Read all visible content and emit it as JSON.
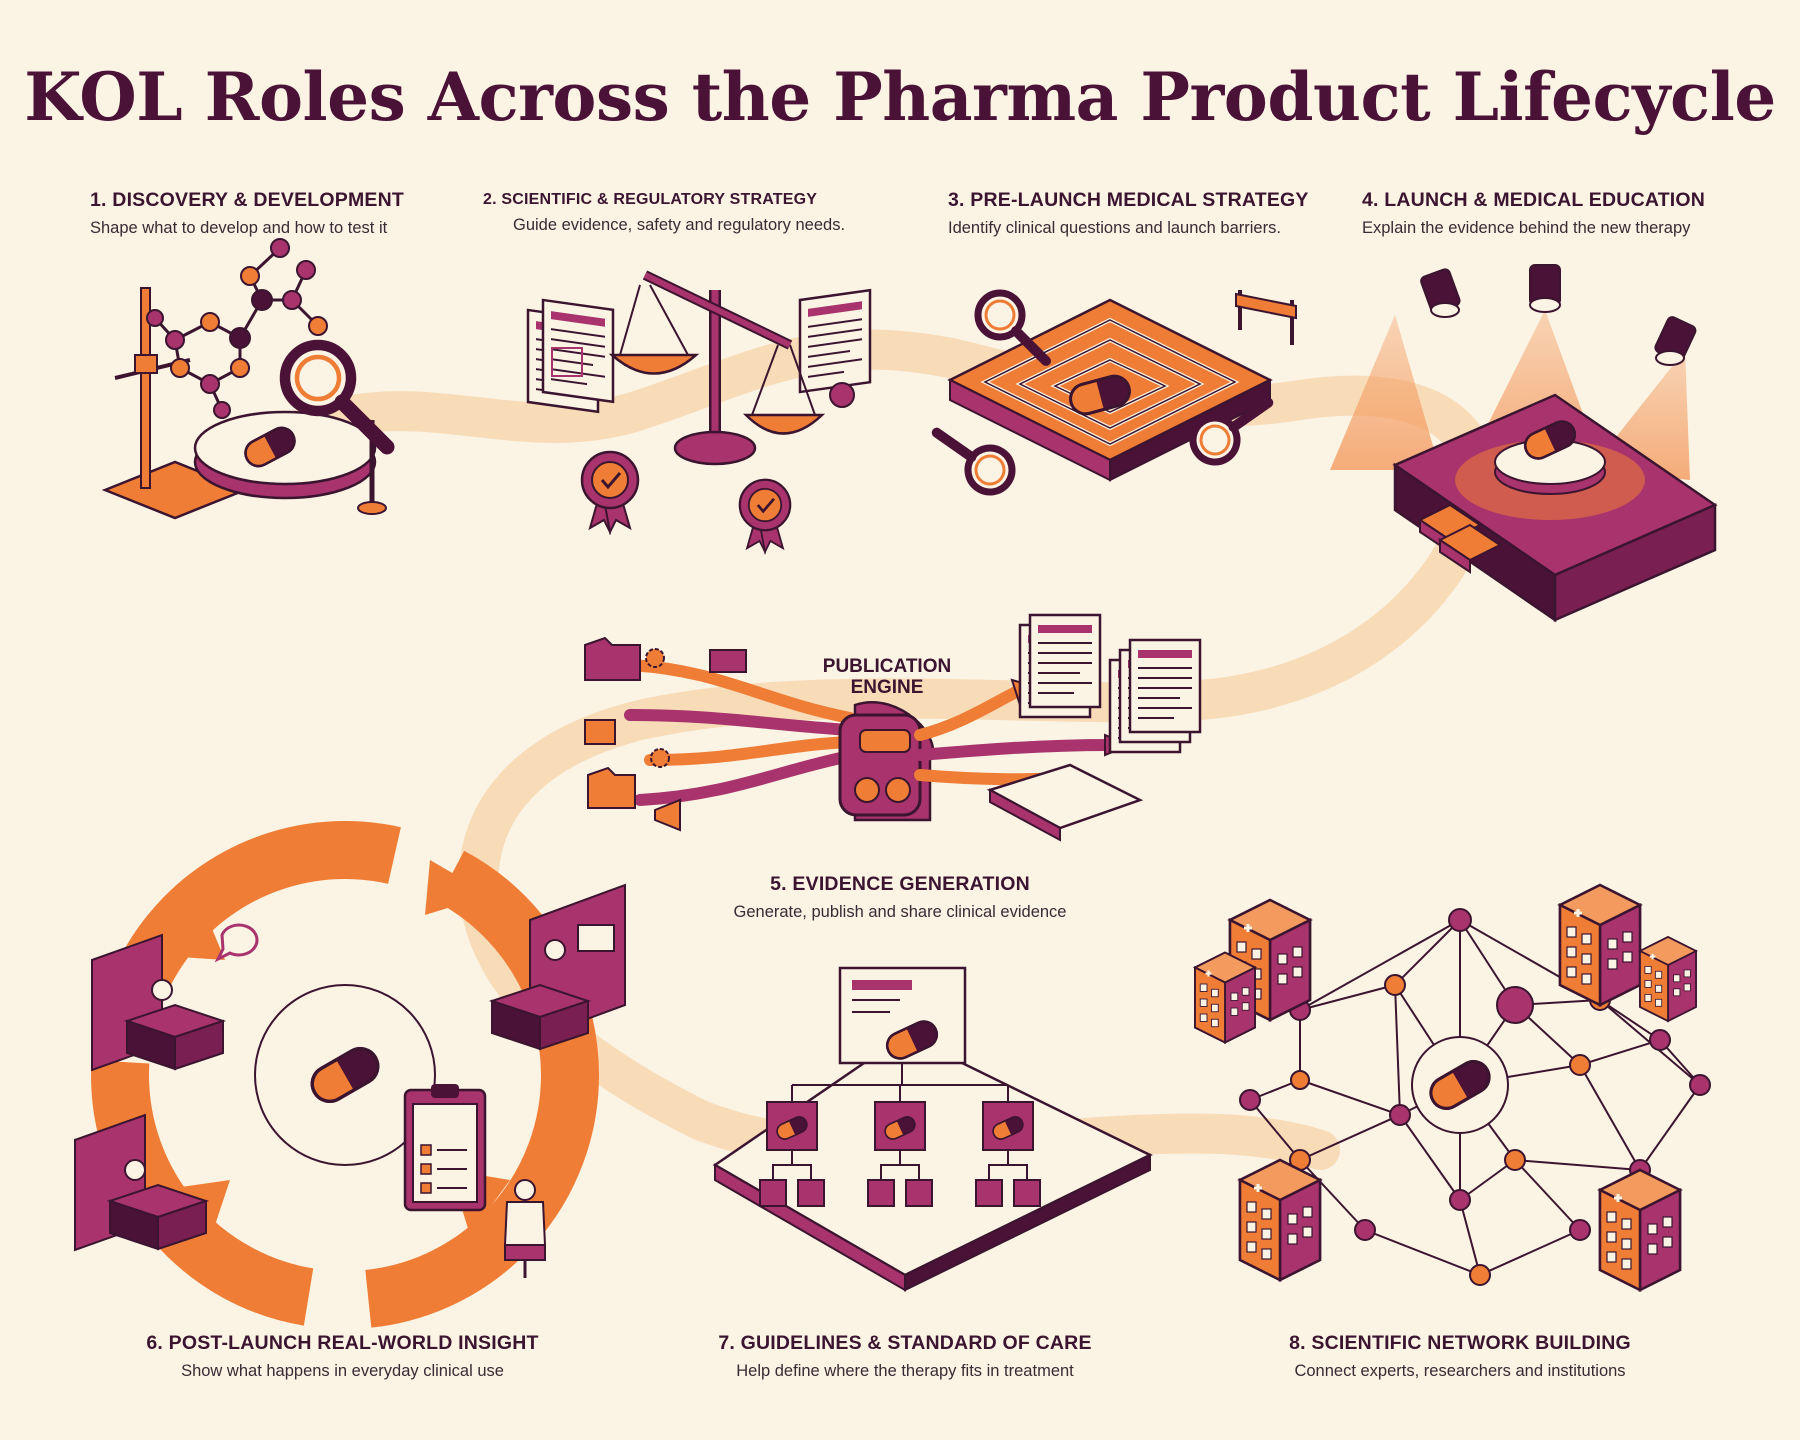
{
  "title": "KOL Roles Across the Pharma Product Lifecycle",
  "colors": {
    "background": "#fbf3e4",
    "plum": "#4a1236",
    "magenta": "#a8336d",
    "orange": "#ef7d35",
    "path": "#f7d7b0"
  },
  "stages": [
    {
      "title": "1. DISCOVERY & DEVELOPMENT",
      "desc": "Shape what to develop and how to test it"
    },
    {
      "title": "2. SCIENTIFIC & REGULATORY STRATEGY",
      "desc": "Guide evidence, safety and regulatory needs."
    },
    {
      "title": "3. PRE-LAUNCH MEDICAL STRATEGY",
      "desc": "Identify clinical questions and launch barriers."
    },
    {
      "title": "4. LAUNCH & MEDICAL EDUCATION",
      "desc": "Explain the evidence behind the new therapy"
    },
    {
      "title": "5. EVIDENCE GENERATION",
      "desc": "Generate, publish and share clinical evidence"
    },
    {
      "title": "6. POST-LAUNCH REAL-WORLD INSIGHT",
      "desc": "Show what happens in everyday clinical use"
    },
    {
      "title": "7. GUIDELINES & STANDARD OF CARE",
      "desc": "Help define where the therapy fits in treatment"
    },
    {
      "title": "8. SCIENTIFIC NETWORK BUILDING",
      "desc": "Connect experts, researchers and institutions"
    }
  ],
  "publication_engine": {
    "line1": "PUBLICATION",
    "line2": "ENGINE"
  },
  "icons": [
    "lab-molecule-icon",
    "scales-of-justice-icon",
    "maze-icon",
    "spotlight-stage-icon",
    "publication-engine-icon",
    "feedback-cycle-icon",
    "guideline-hierarchy-icon",
    "network-icon"
  ]
}
